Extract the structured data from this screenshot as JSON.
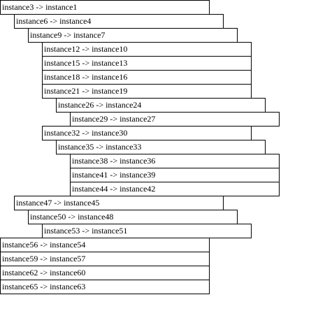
{
  "rows": [
    {
      "label": "instance3 -> instance1",
      "depth": 0
    },
    {
      "label": "instance6 -> instance4",
      "depth": 1
    },
    {
      "label": "instance9 -> instance7",
      "depth": 2
    },
    {
      "label": "instance12 -> instance10",
      "depth": 3
    },
    {
      "label": "instance15 -> instance13",
      "depth": 3
    },
    {
      "label": "instance18 -> instance16",
      "depth": 3
    },
    {
      "label": "instance21 -> instance19",
      "depth": 3
    },
    {
      "label": "instance26 -> instance24",
      "depth": 4
    },
    {
      "label": "instance29 -> instance27",
      "depth": 5
    },
    {
      "label": "instance32 -> instance30",
      "depth": 3
    },
    {
      "label": "instance35 -> instance33",
      "depth": 4
    },
    {
      "label": "instance38 -> instance36",
      "depth": 5
    },
    {
      "label": "instance41 -> instance39",
      "depth": 5
    },
    {
      "label": "instance44 -> instance42",
      "depth": 5
    },
    {
      "label": "instance47 -> instance45",
      "depth": 1
    },
    {
      "label": "instance50 -> instance48",
      "depth": 2
    },
    {
      "label": "instance53 -> instance51",
      "depth": 3
    },
    {
      "label": "instance56 -> instance54",
      "depth": 0
    },
    {
      "label": "instance59 -> instance57",
      "depth": 0
    },
    {
      "label": "instance62 -> instance60",
      "depth": 0
    },
    {
      "label": "instance65 -> instance63",
      "depth": 0
    }
  ]
}
